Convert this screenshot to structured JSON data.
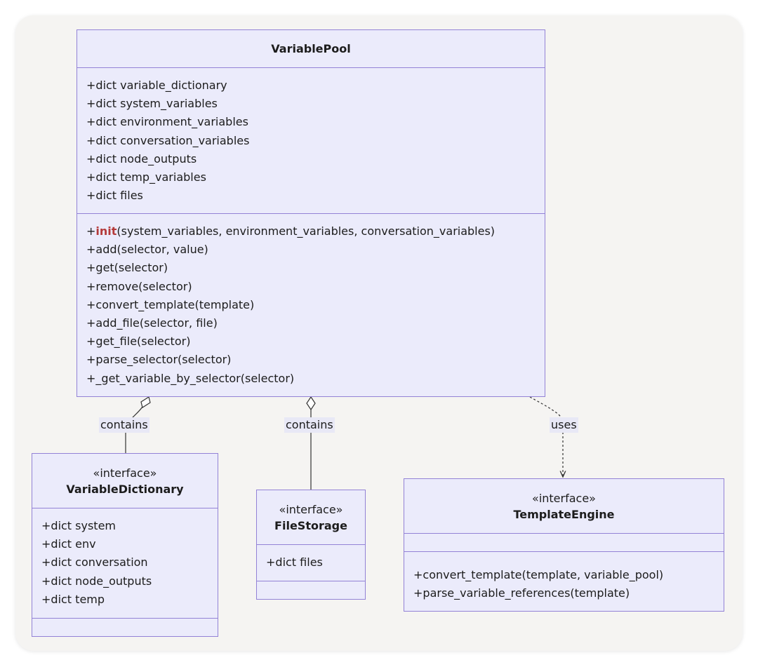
{
  "classes": {
    "variable_pool": {
      "name": "VariablePool",
      "attributes": [
        "+dict variable_dictionary",
        "+dict system_variables",
        "+dict environment_variables",
        "+dict conversation_variables",
        "+dict node_outputs",
        "+dict temp_variables",
        "+dict files"
      ],
      "methods": {
        "init": {
          "prefix": "+",
          "name": "init",
          "params": "(system_variables, environment_variables, conversation_variables)"
        },
        "others": [
          "+add(selector, value)",
          "+get(selector)",
          "+remove(selector)",
          "+convert_template(template)",
          "+add_file(selector, file)",
          "+get_file(selector)",
          "+parse_selector(selector)",
          "+_get_variable_by_selector(selector)"
        ]
      }
    },
    "variable_dictionary": {
      "stereotype": "«interface»",
      "name": "VariableDictionary",
      "attributes": [
        "+dict system",
        "+dict env",
        "+dict conversation",
        "+dict node_outputs",
        "+dict temp"
      ],
      "methods": []
    },
    "file_storage": {
      "stereotype": "«interface»",
      "name": "FileStorage",
      "attributes": [
        "+dict files"
      ],
      "methods": []
    },
    "template_engine": {
      "stereotype": "«interface»",
      "name": "TemplateEngine",
      "attributes": [],
      "methods": [
        "+convert_template(template, variable_pool)",
        "+parse_variable_references(template)"
      ]
    }
  },
  "relations": {
    "dict_contains": "contains",
    "storage_contains": "contains",
    "engine_uses": "uses"
  },
  "colors": {
    "class_fill": "#ebebfb",
    "class_border": "#9382d6",
    "label_bg": "#e8e8f6",
    "keyword": "#b43a3a",
    "edge": "#333333"
  }
}
